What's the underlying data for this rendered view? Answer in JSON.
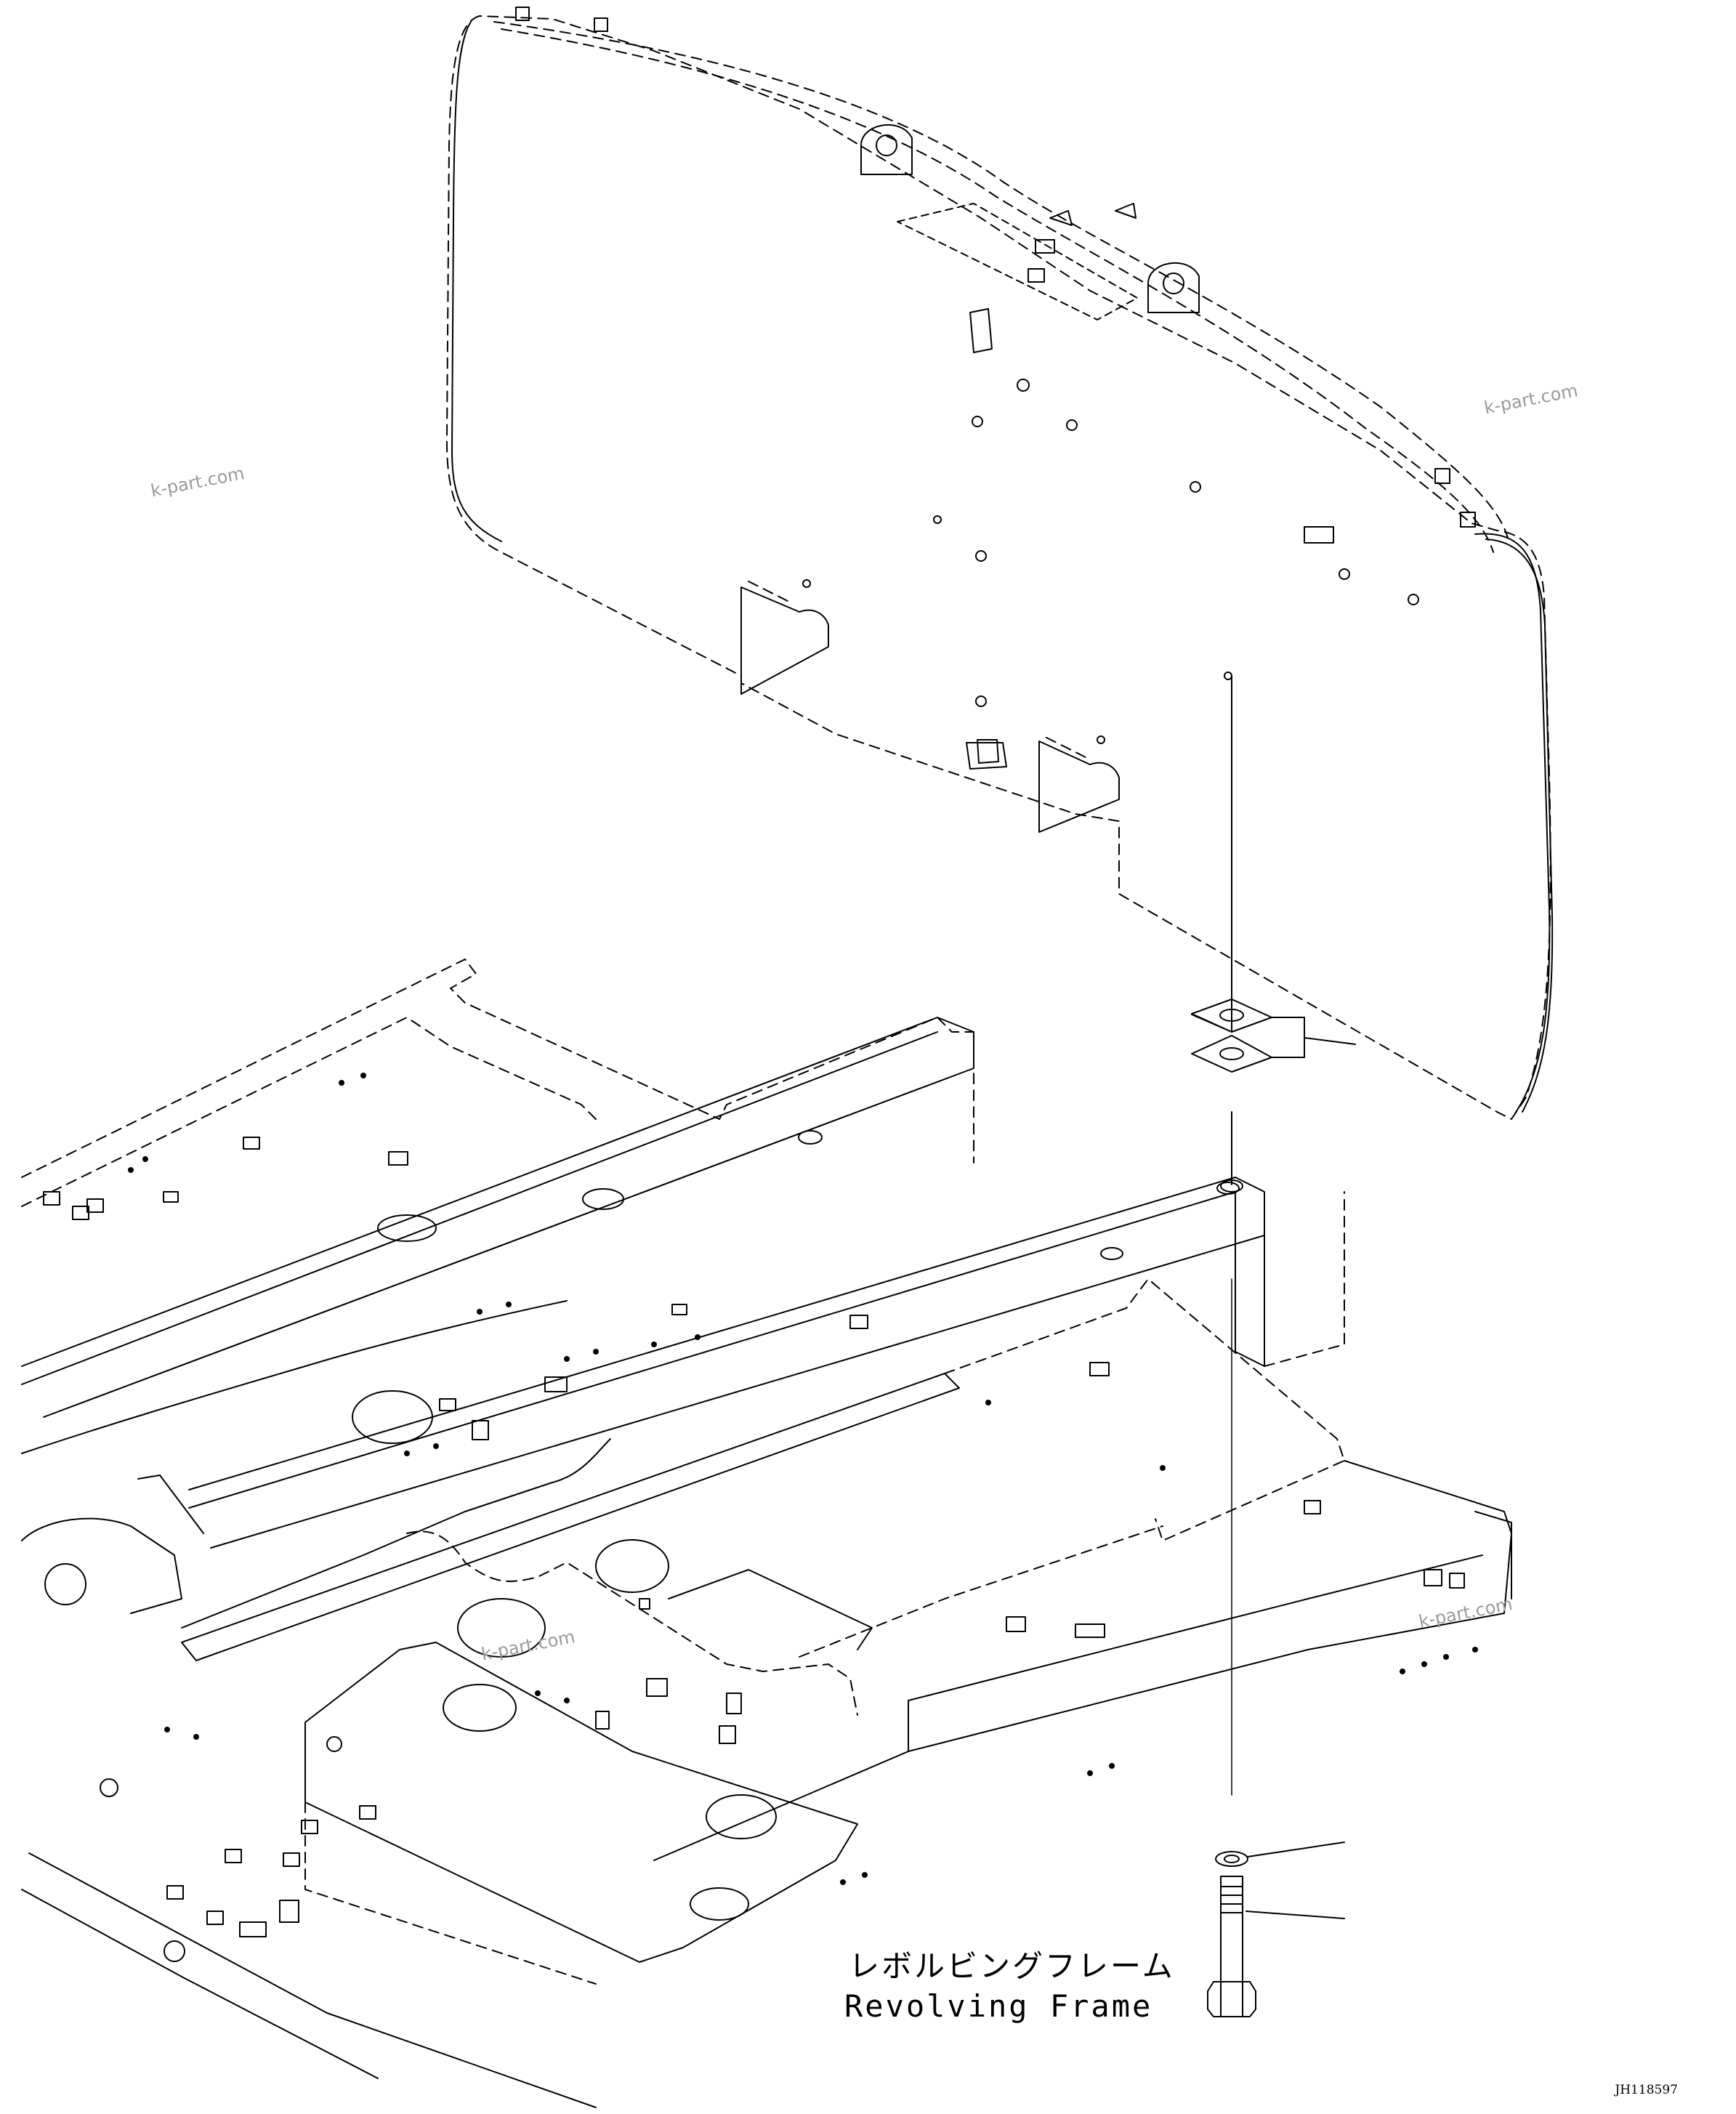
{
  "labels": {
    "part_name_jp": "レボルビングフレーム",
    "part_name_en": "Revolving Frame",
    "drawing_number": "JH118597"
  },
  "watermarks": [
    "k-part.com",
    "k-part.com",
    "k-part.com",
    "k-part.com"
  ]
}
